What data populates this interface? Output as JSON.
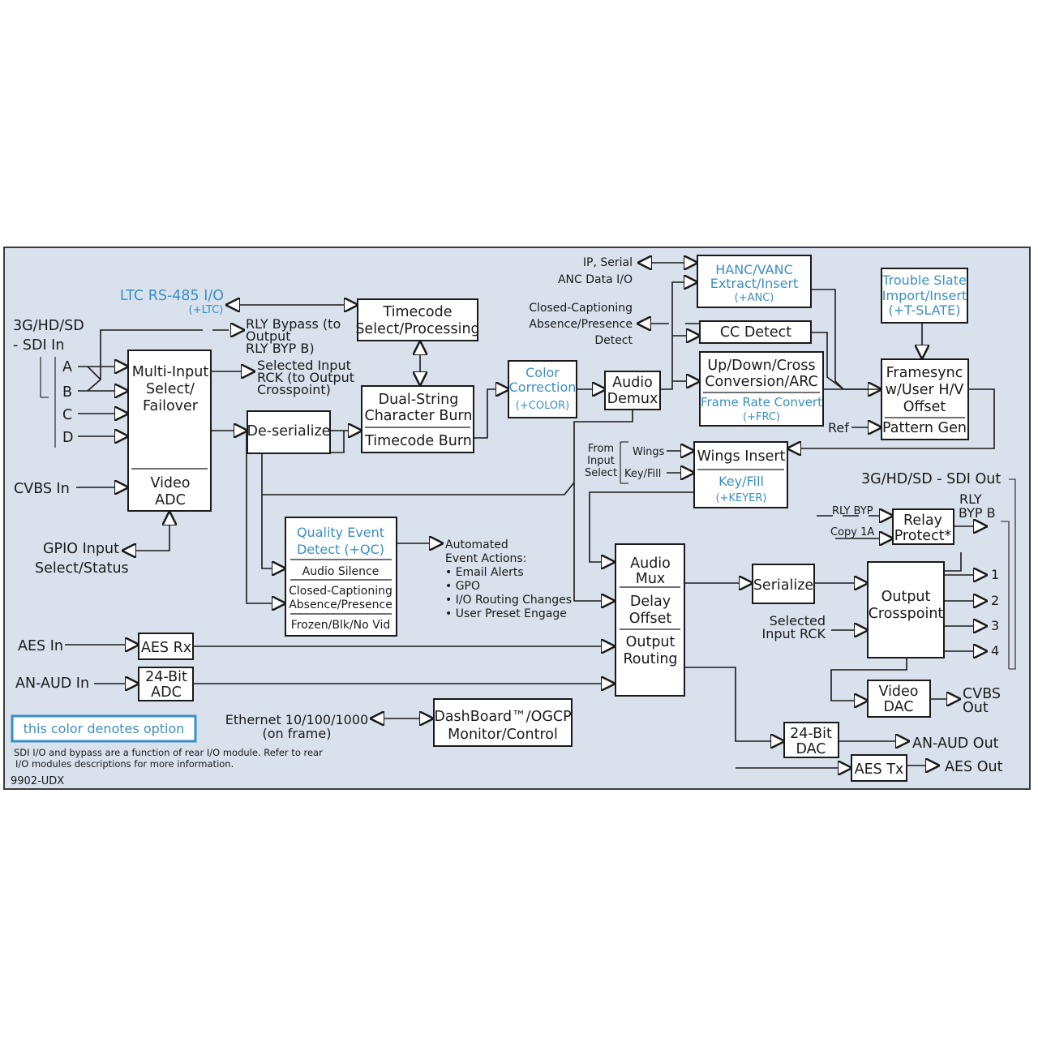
{
  "colors": {
    "panel_bg": "#d8e1ec",
    "option_blue": "#3a8fc4",
    "line": "#1a1a1a"
  },
  "inputs": {
    "sdi_in_line1": "3G/HD/SD",
    "sdi_in_line2": "- SDI In",
    "a": "A",
    "b": "B",
    "c": "C",
    "d": "D",
    "cvbs_in": "CVBS In",
    "gpio_line1": "GPIO Input",
    "gpio_line2": "Select/Status",
    "aes_in": "AES In",
    "an_aud_in": "AN-AUD In",
    "ethernet_line1": "Ethernet 10/100/1000",
    "ethernet_line2": "(on frame)",
    "ltc_title": "LTC RS-485 I/O",
    "ltc_option": "(+LTC)",
    "rly_bypass_line1": "RLY Bypass (to",
    "rly_bypass_line2": "Output",
    "rly_bypass_line3": "RLY BYP B)",
    "sel_input_line1": "Selected Input",
    "sel_input_line2": "RCK (to Output",
    "sel_input_line3": "Crosspoint)",
    "ip_serial_line1": "IP, Serial",
    "ip_serial_line2": "ANC Data I/O",
    "cc_line1": "Closed-Captioning",
    "cc_line2": "Absence/Presence",
    "cc_line3": "Detect",
    "ref": "Ref",
    "from_input_line1": "From",
    "from_input_line2": "Input",
    "from_input_line3": "Select",
    "wings": "Wings",
    "key_fill": "Key/Fill",
    "rly_byp": "RLY BYP",
    "copy_1a": "Copy 1A",
    "sel_rck_line1": "Selected",
    "sel_rck_line2": "Input RCK"
  },
  "blocks": {
    "multi_input": [
      "Multi-Input",
      "Select/",
      "Failover"
    ],
    "video_adc": [
      "Video",
      "ADC"
    ],
    "timecode_sel": [
      "Timecode",
      "Select/Processing"
    ],
    "dual_string": [
      "Dual-String",
      "Character Burn"
    ],
    "timecode_burn": "Timecode Burn",
    "deserialize": "De-serialize",
    "color_correction": [
      "Color",
      "Correction",
      "(+COLOR)"
    ],
    "audio_demux": [
      "Audio",
      "Demux"
    ],
    "hanc": [
      "HANC/VANC",
      "Extract/Insert",
      "(+ANC)"
    ],
    "cc_detect": "CC Detect",
    "updown": [
      "Up/Down/Cross",
      "Conversion/ARC"
    ],
    "frc": [
      "Frame Rate Convert",
      "(+FRC)"
    ],
    "trouble_slate": [
      "Trouble Slate",
      "Import/Insert",
      "(+T-SLATE)"
    ],
    "framesync": [
      "Framesync",
      "w/User H/V",
      "Offset"
    ],
    "pattern_gen": "Pattern Gen",
    "wings_insert": "Wings Insert",
    "keyfill": [
      "Key/Fill",
      "(+KEYER)"
    ],
    "qc_title": [
      "Quality Event",
      "Detect (+QC)"
    ],
    "qc_audio": "Audio Silence",
    "qc_cc": [
      "Closed-Captioning",
      "Absence/Presence"
    ],
    "qc_frozen": "Frozen/Blk/No Vid",
    "audio_mux": [
      "Audio",
      "Mux"
    ],
    "delay_offset": [
      "Delay",
      "Offset"
    ],
    "output_routing": [
      "Output",
      "Routing"
    ],
    "serialize": "Serialize",
    "relay_protect": [
      "Relay",
      "Protect*"
    ],
    "output_crosspoint": [
      "Output",
      "Crosspoint"
    ],
    "video_dac": [
      "Video",
      "DAC"
    ],
    "aes_rx": "AES Rx",
    "adc_24": [
      "24-Bit",
      "ADC"
    ],
    "dac_24": [
      "24-Bit",
      "DAC"
    ],
    "aes_tx": "AES Tx",
    "dashboard": [
      "DashBoard™/OGCP",
      "Monitor/Control"
    ]
  },
  "outputs": {
    "sdi_out": "3G/HD/SD - SDI Out",
    "rly_byp_b_line1": "RLY",
    "rly_byp_b_line2": "BYP B",
    "out1": "1",
    "out2": "2",
    "out3": "3",
    "out4": "4",
    "cvbs_out_line1": "CVBS",
    "cvbs_out_line2": "Out",
    "an_aud_out": "AN-AUD Out",
    "aes_out": "AES Out"
  },
  "actions": {
    "title_line1": "Automated",
    "title_line2": "Event Actions:",
    "items": [
      "• Email Alerts",
      "• GPO",
      "• I/O Routing Changes",
      "• User Preset Engage"
    ]
  },
  "footer": {
    "legend": "this color denotes option",
    "note_line1": "SDI I/O and bypass are a function of rear I/O module. Refer to rear",
    "note_line2": "I/O modules descriptions for more information.",
    "model": "9902-UDX"
  }
}
